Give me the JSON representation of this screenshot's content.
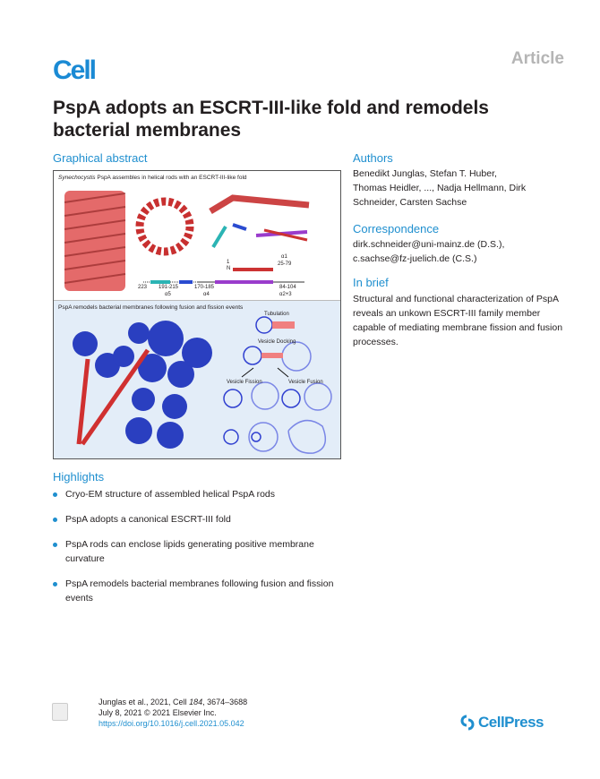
{
  "header": {
    "logo": "Cell",
    "article_type": "Article"
  },
  "title": "PspA adopts an ESCRT-III-like fold and remodels bacterial membranes",
  "graphical_abstract": {
    "heading": "Graphical abstract",
    "panel1_title_italic": "Synechocystis",
    "panel1_title_rest": " PspA assembles in helical rods with an ESCRT-III-like fold",
    "labels": {
      "n1": "1",
      "nN": "N",
      "a1": "α1",
      "a1_range": "25-79",
      "c223": "223",
      "r191": "191-215",
      "a5": "α5",
      "r170": "170-185",
      "a4": "α4",
      "r84": "84-104",
      "a23": "α2+3"
    },
    "panel2_title": "PspA remodels bacterial membranes following fusion and fission events",
    "panel2_labels": {
      "tubulation": "Tubulation",
      "docking": "Vesicle Docking",
      "fission": "Vesicle Fission",
      "fusion": "Vesicle Fusion"
    }
  },
  "authors": {
    "heading": "Authors",
    "text": "Benedikt Junglas, Stefan T. Huber, Thomas Heidler, ..., Nadja Hellmann, Dirk Schneider, Carsten Sachse"
  },
  "correspondence": {
    "heading": "Correspondence",
    "emails": [
      "dirk.schneider@uni-mainz.de (D.S.),",
      "c.sachse@fz-juelich.de (C.S.)"
    ]
  },
  "in_brief": {
    "heading": "In brief",
    "text": "Structural and functional characterization of PspA reveals an unkown ESCRT-III family member capable of mediating membrane fission and fusion processes."
  },
  "highlights": {
    "heading": "Highlights",
    "items": [
      "Cryo-EM structure of assembled helical PspA rods",
      "PspA adopts a canonical ESCRT-III fold",
      "PspA rods can enclose lipids generating positive membrane curvature",
      "PspA remodels bacterial membranes following fusion and fission events"
    ]
  },
  "footer": {
    "citation_pre": "Junglas et al., 2021, Cell ",
    "volume": "184",
    "pages": ", 3674–3688",
    "date_line": "July 8, 2021 © 2021 Elsevier Inc.",
    "doi": "https://doi.org/10.1016/j.cell.2021.05.042",
    "publisher": "CellPress"
  },
  "colors": {
    "accent": "#1f8fcf",
    "helix_red": "#d94c4c",
    "vesicle_blue": "#2a3fc0"
  }
}
